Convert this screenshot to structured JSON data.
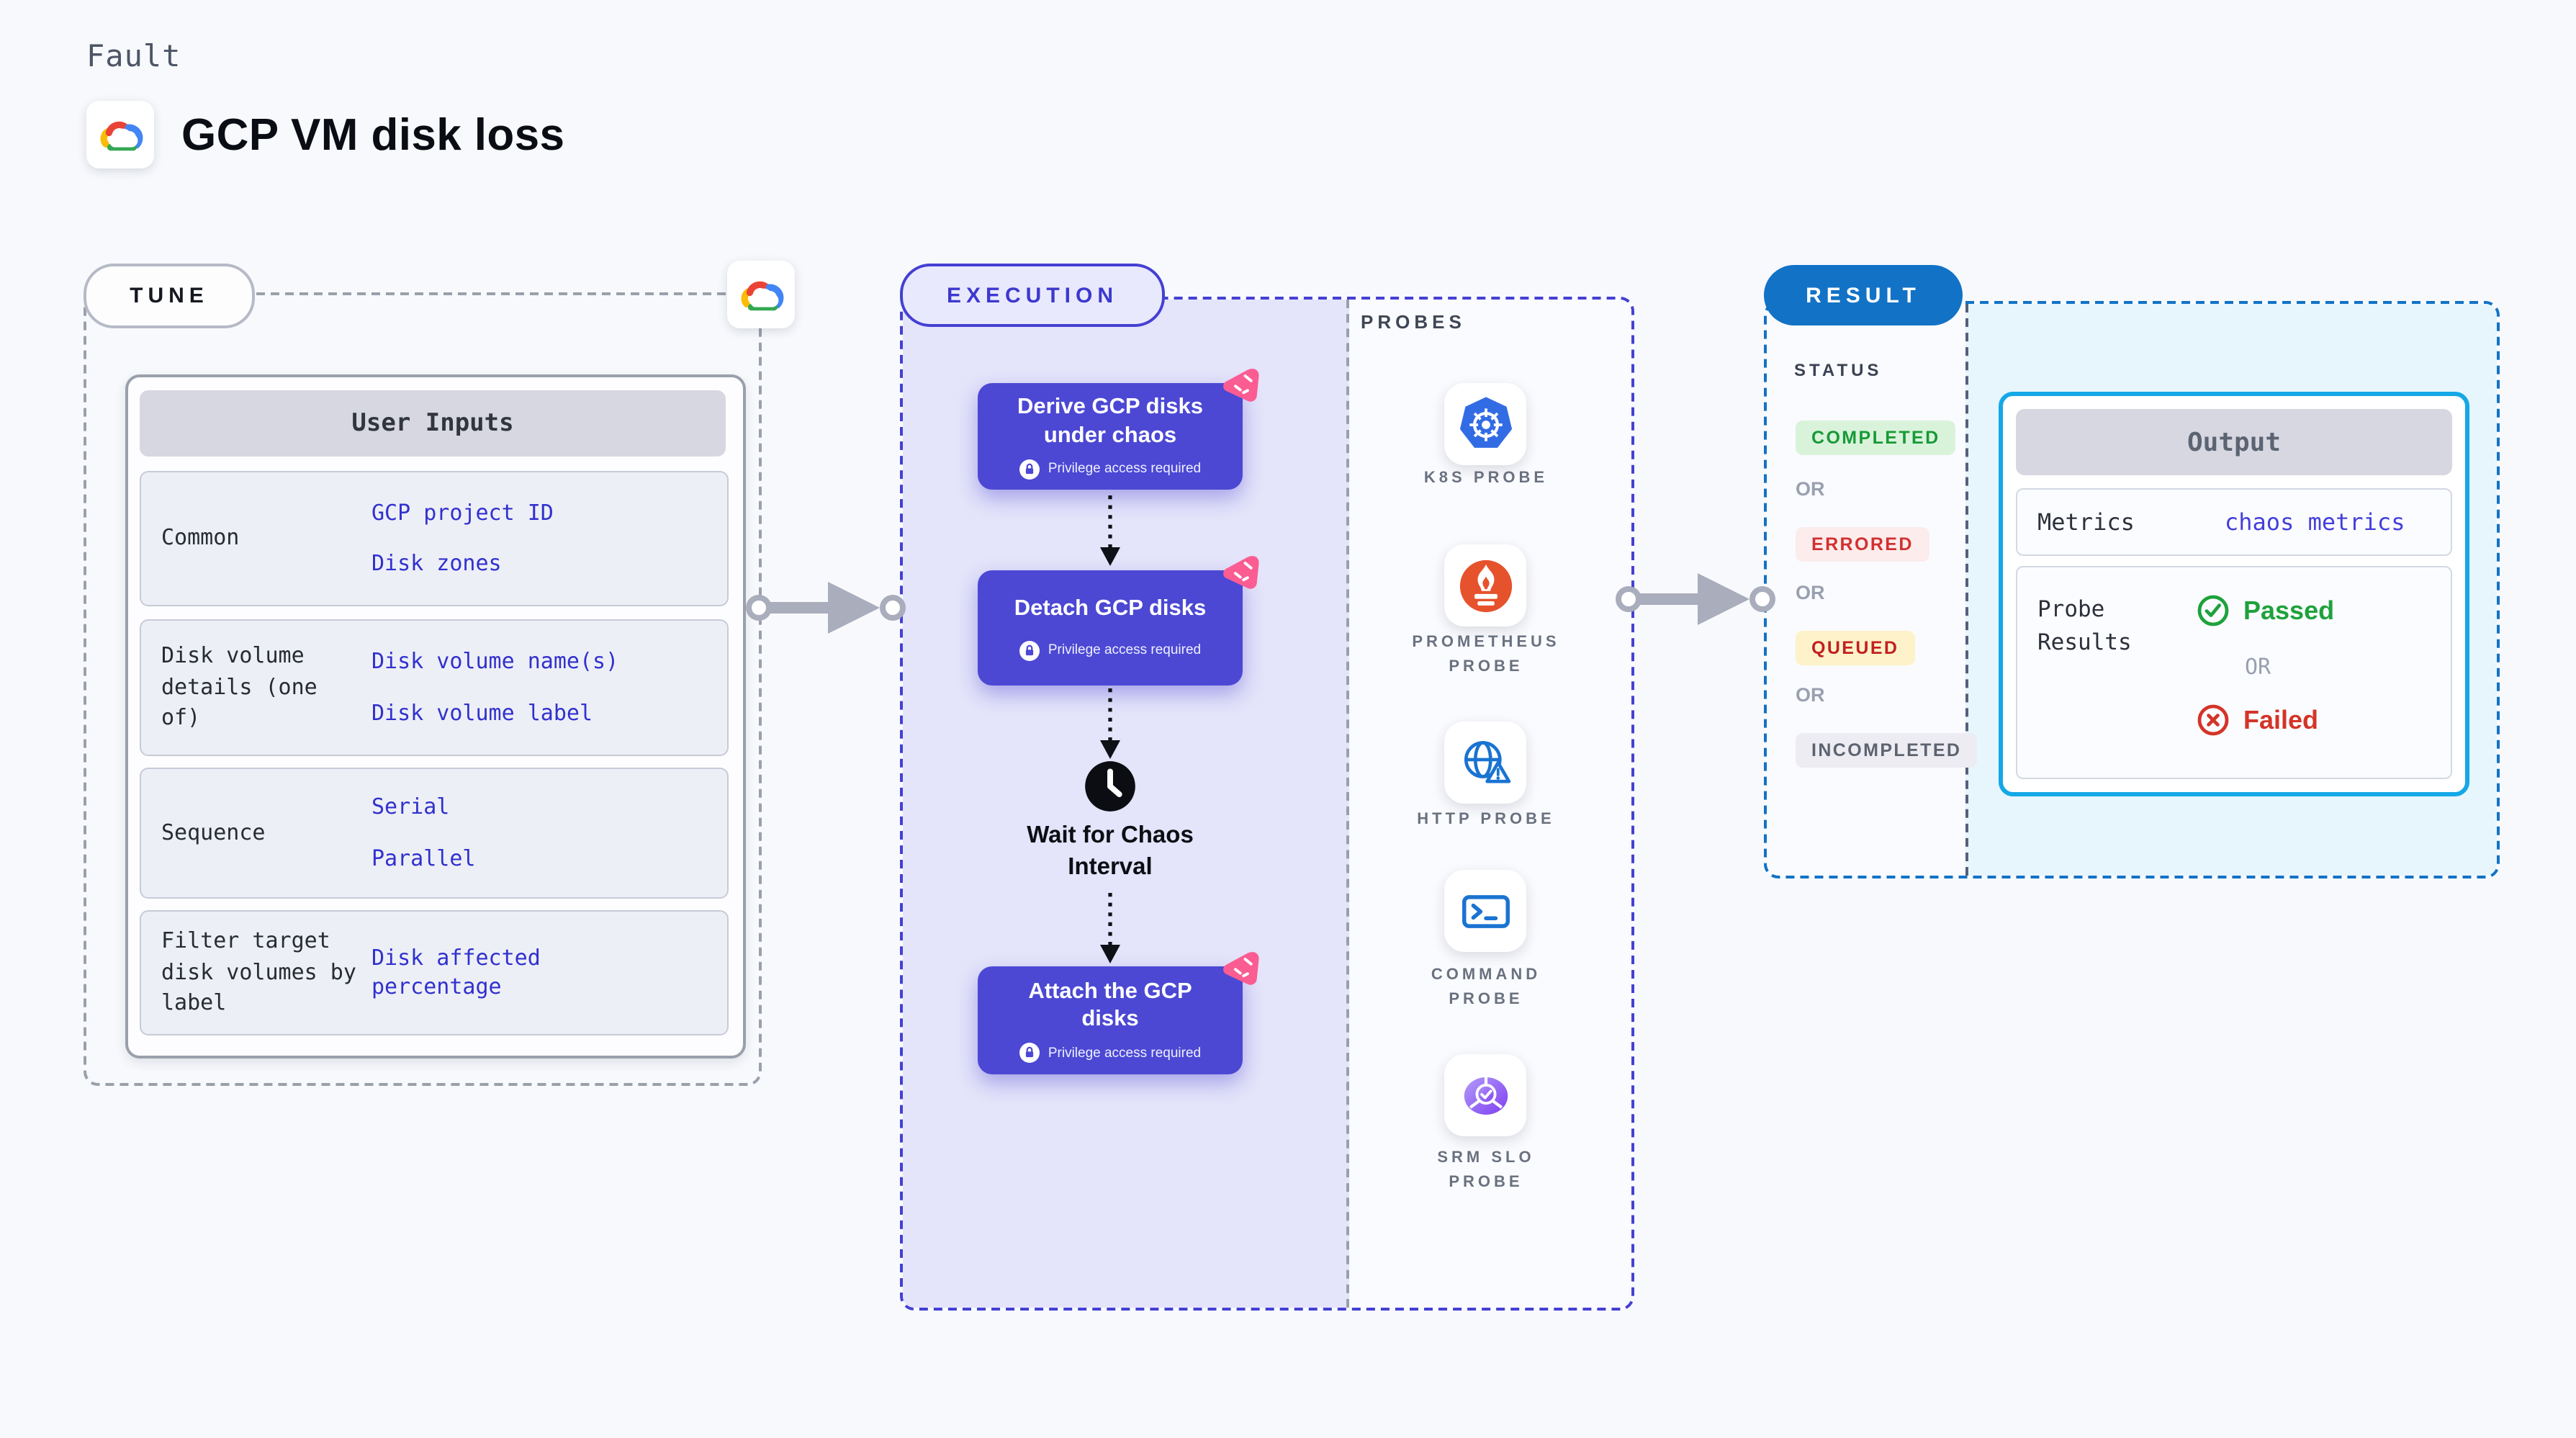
{
  "header": {
    "fault": "Fault",
    "title": "GCP VM disk loss"
  },
  "tune": {
    "pill": "TUNE",
    "user_inputs": {
      "header": "User Inputs",
      "rows": [
        {
          "label": "Common",
          "values": [
            "GCP project ID",
            "Disk zones"
          ]
        },
        {
          "label": "Disk volume details (one of)",
          "values": [
            "Disk volume name(s)",
            "Disk volume label"
          ]
        },
        {
          "label": "Sequence",
          "values": [
            "Serial",
            "Parallel"
          ]
        },
        {
          "label": "Filter target disk volumes by label",
          "values": [
            "Disk affected percentage"
          ]
        }
      ]
    }
  },
  "execution": {
    "pill": "EXECUTION",
    "steps": [
      "Derive GCP disks under chaos",
      "Detach GCP disks",
      "Attach the GCP disks"
    ],
    "privilege_note": "Privilege access required",
    "wait_label": "Wait for Chaos Interval"
  },
  "probes": {
    "label": "PROBES",
    "items": [
      {
        "name": "K8S PROBE",
        "icon": "kubernetes-icon"
      },
      {
        "name": "PROMETHEUS PROBE",
        "icon": "prometheus-icon"
      },
      {
        "name": "HTTP PROBE",
        "icon": "http-globe-warning-icon"
      },
      {
        "name": "COMMAND PROBE",
        "icon": "command-terminal-icon"
      },
      {
        "name": "SRM SLO PROBE",
        "icon": "srm-slo-donut-icon"
      }
    ]
  },
  "result": {
    "pill": "RESULT",
    "status_heading": "STATUS",
    "or": "OR",
    "statuses": [
      {
        "label": "COMPLETED",
        "text_color": "#189a36",
        "bg_color": "#d9f3db"
      },
      {
        "label": "ERRORED",
        "text_color": "#d23030",
        "bg_color": "#fcecec"
      },
      {
        "label": "QUEUED",
        "text_color": "#c22020",
        "bg_color": "#fdf2c9"
      },
      {
        "label": "INCOMPLETED",
        "text_color": "#5e6370",
        "bg_color": "#ececf2"
      }
    ]
  },
  "output": {
    "header": "Output",
    "metrics_label": "Metrics",
    "metrics_value": "chaos metrics",
    "probe_results_label": "Probe Results",
    "passed": "Passed",
    "or": "OR",
    "failed": "Failed"
  },
  "colors": {
    "page_bg": "#f7f9fc",
    "execution_fill": "#e4e4fa",
    "execution_border": "#4440d3",
    "card_indigo": "#4c48d4",
    "litmus_pink": "#fb5c92",
    "result_blue": "#1272c6",
    "output_border_cyan": "#14a8e6",
    "output_fill": "#e7f5fc",
    "value_blue": "#3131ce",
    "passed_green": "#1ea23c",
    "failed_red": "#d43428",
    "kubernetes_blue": "#326ce5",
    "prometheus_orange": "#e6522c",
    "gray_border": "#9aa0ab"
  }
}
